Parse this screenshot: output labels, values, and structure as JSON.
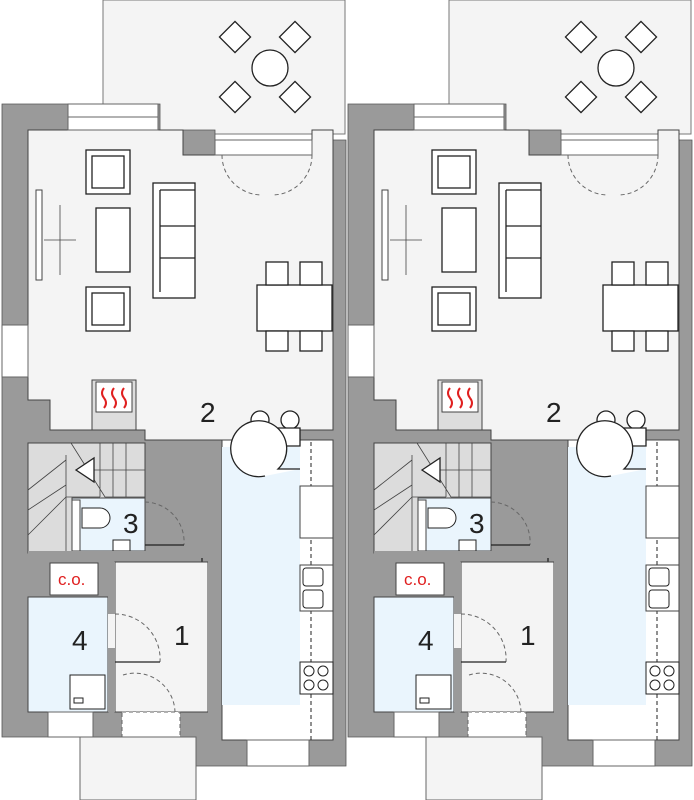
{
  "colors": {
    "wall": "#9a9a9a",
    "floor": "#f4f4f4",
    "wet_room": "#eaf5fd",
    "stairs": "#dcdcdc",
    "label_red": "#e02020"
  },
  "units": [
    {
      "room_1": "1",
      "room_2": "2",
      "room_3": "3",
      "room_4": "4",
      "co_label": "c.o."
    },
    {
      "room_1": "1",
      "room_2": "2",
      "room_3": "3",
      "room_4": "4",
      "co_label": "c.o."
    }
  ]
}
